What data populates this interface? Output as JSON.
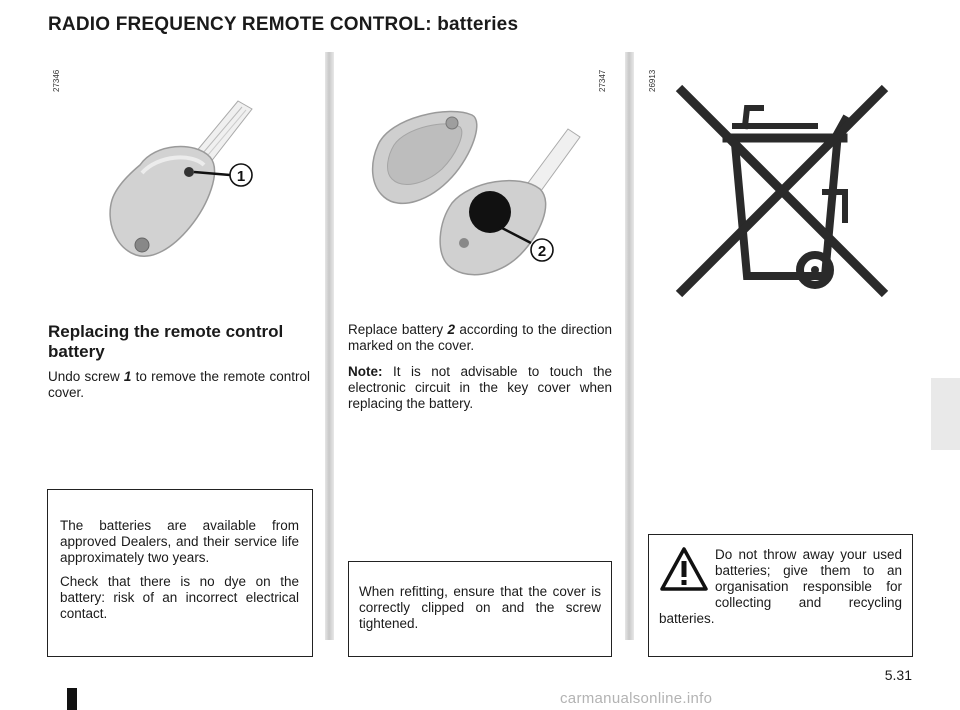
{
  "title": "RADIO FREQUENCY REMOTE CONTROL: batteries",
  "figures": {
    "fig1_code": "27346",
    "fig2_code": "27347",
    "fig3_code": "26913",
    "callout1": "1",
    "callout2": "2"
  },
  "section1": {
    "heading": "Replacing the remote control battery",
    "text": {
      "pre": "Undo screw ",
      "ref": "1",
      "post": " to remove the remote control cover."
    }
  },
  "section2": {
    "text": {
      "pre": "Replace battery ",
      "ref": "2",
      "post": " according to the direction marked on the cover."
    },
    "note_label": "Note:",
    "note_text": " It is not advisable to touch the electronic circuit in the key cover when replacing the battery."
  },
  "box1": {
    "p1": "The batteries are available from approved Dealers, and their service life approximately two years.",
    "p2": "Check that there is no dye on the battery: risk of an incorrect electrical contact."
  },
  "box2": {
    "text": "When refitting, ensure that the cover is correctly clipped on and the screw tightened."
  },
  "box3": {
    "text": "Do not throw away your used batteries; give them to an organisation responsible for collecting and recycling batteries."
  },
  "page_number": "5.31",
  "watermark": "carmanualsonline.info"
}
